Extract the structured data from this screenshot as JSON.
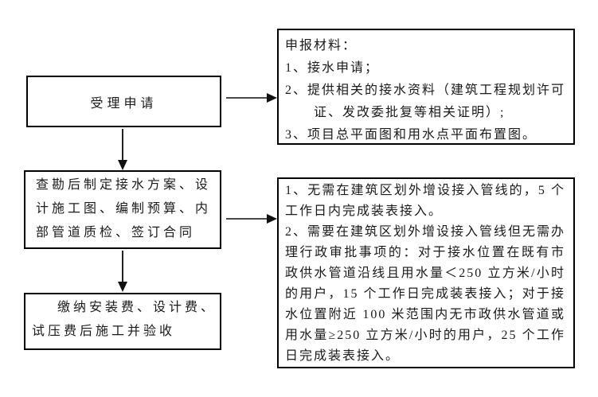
{
  "flowchart": {
    "steps": [
      {
        "label": "受理申请"
      },
      {
        "label": "查勘后制定接水方案、设计施工图、编制预算、内部管道质检、签订合同"
      },
      {
        "label": "缴纳安装费、设计费、试压费后施工并验收"
      }
    ],
    "materials_note": {
      "title": "申报材料：",
      "items": [
        "1、接水申请；",
        "2、提供相关的接水资料（建筑工程规划许可证、发改委批复等相关证明）;",
        "3、项目总平面图和用水点平面布置图。"
      ]
    },
    "timeline_note": {
      "items": [
        "1、无需在建筑区划外增设接入管线的，5 个工作日内完成装表接入。",
        "2、需要在建筑区划外增设接入管线但无需办理行政审批事项的：对于接水位置在既有市政供水管道沿线且用水量＜250 立方米/小时的用户，15 个工作日完成装表接入；对于接水位置附近 100 米范围内无市政供水管道或用水量≥250 立方米/小时的用户，25 个工作日完成装表接入。"
      ]
    },
    "colors": {
      "background": "#ffffff",
      "box_border": "#000000",
      "text": "#1a1a1a",
      "arrow_line": "#4a4a4a",
      "arrow_head": "#111111"
    }
  }
}
